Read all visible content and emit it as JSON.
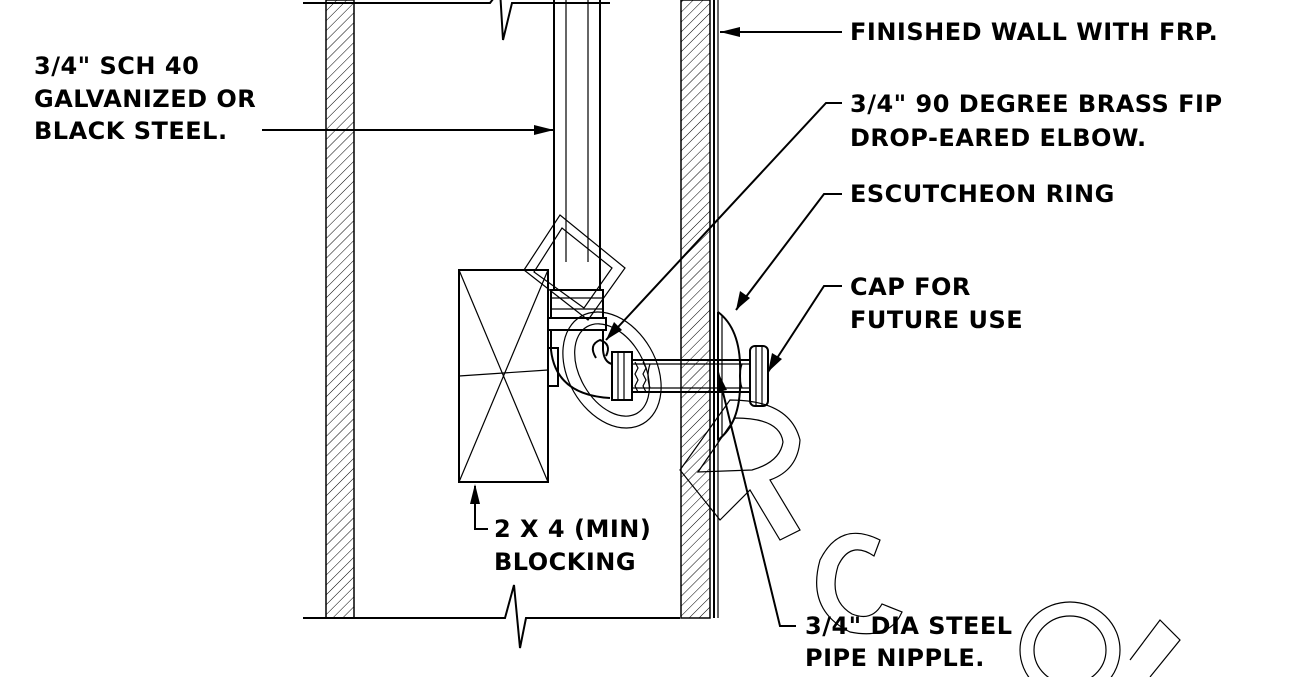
{
  "labels": {
    "finished_wall": "FINISHED WALL WITH FRP.",
    "sch40_line1": "3/4\" SCH 40",
    "sch40_line2": "GALVANIZED OR",
    "sch40_line3": "BLACK STEEL.",
    "elbow_line1": "3/4\" 90 DEGREE BRASS  FIP",
    "elbow_line2": "DROP-EARED ELBOW.",
    "escutcheon": "ESCUTCHEON RING",
    "cap_line1": "CAP FOR",
    "cap_line2": "FUTURE USE",
    "blocking_line1": "2 X 4  (MIN)",
    "blocking_line2": "BLOCKING",
    "nipple_line1": "3/4\" DIA STEEL",
    "nipple_line2": "PIPE NIPPLE."
  },
  "watermark": "FOR CONSTRUCTION"
}
